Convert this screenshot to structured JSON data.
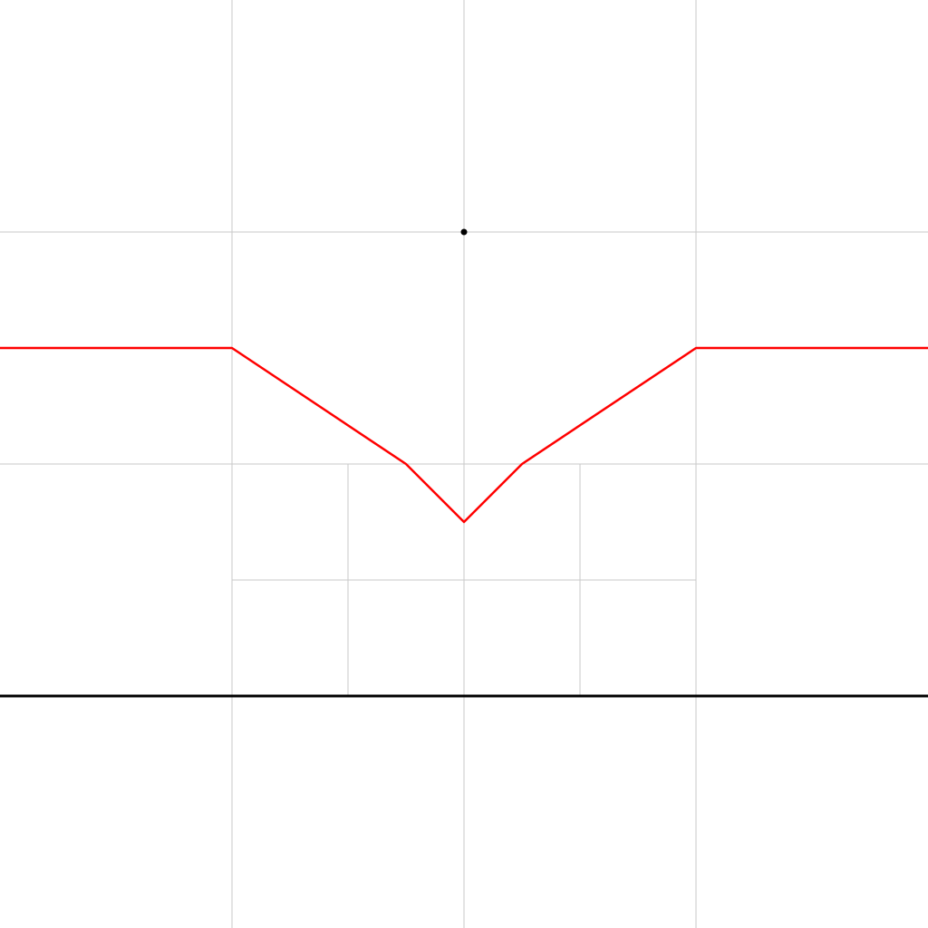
{
  "diagram": {
    "domain": {
      "x": [
        -2,
        2
      ],
      "y": [
        -2,
        2
      ]
    },
    "grid": {
      "vertical_lines": [
        {
          "x": -1,
          "y_range": [
            -2,
            2
          ]
        },
        {
          "x": 0,
          "y_range": [
            -2,
            2
          ]
        },
        {
          "x": 1,
          "y_range": [
            -2,
            2
          ]
        },
        {
          "x": -0.5,
          "y_range": [
            -1,
            0
          ]
        },
        {
          "x": 0.5,
          "y_range": [
            -1,
            0
          ]
        }
      ],
      "horizontal_lines": [
        {
          "y": 1,
          "x_range": [
            -2,
            2
          ]
        },
        {
          "y": 0,
          "x_range": [
            -2,
            2
          ]
        },
        {
          "y": -0.5,
          "x_range": [
            -1,
            1
          ]
        }
      ],
      "color": "#c8c8c8"
    },
    "baseline": {
      "y": -1,
      "color": "#000000"
    },
    "focus_point": {
      "x": 0,
      "y": 1,
      "color": "#000000"
    },
    "curve": {
      "color": "#ff0000",
      "points": [
        [
          -2,
          0.5
        ],
        [
          -1,
          0.5
        ],
        [
          -0.25,
          0
        ],
        [
          0,
          -0.25
        ],
        [
          0.25,
          0
        ],
        [
          1,
          0.5
        ],
        [
          2,
          0.5
        ]
      ]
    }
  }
}
